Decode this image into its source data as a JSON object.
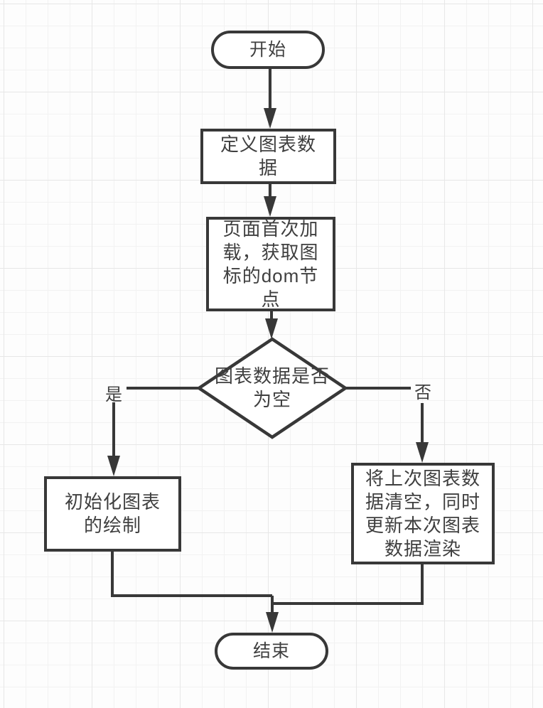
{
  "flowchart": {
    "nodes": {
      "start": {
        "label": "开始",
        "type": "terminator"
      },
      "define": {
        "label": "定义图表数\n据",
        "type": "process"
      },
      "load": {
        "label": "页面首次加\n载，获取图\n标的dom节\n点",
        "type": "process"
      },
      "decision": {
        "label": "图表数据是否\n为空",
        "type": "decision"
      },
      "init": {
        "label": "初始化图表\n的绘制",
        "type": "process"
      },
      "update": {
        "label": "将上次图表数\n据清空，同时\n更新本次图表\n数据渲染",
        "type": "process"
      },
      "end": {
        "label": "结束",
        "type": "terminator"
      }
    },
    "edge_labels": {
      "yes": "是",
      "no": "否"
    },
    "colors": {
      "stroke": "#383838",
      "text": "#3f3f3f",
      "node_fill": "#ffffff",
      "grid_minor": "#f2f2f2",
      "grid_major": "#e7e7e7",
      "background": "#fdfdfd"
    }
  }
}
